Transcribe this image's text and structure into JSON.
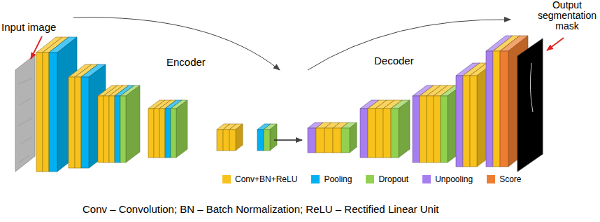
{
  "diagram": {
    "caption": "Conv – Convolution; BN – Batch Normalization; ReLU – Rectified Linear Unit",
    "labels": [
      "Input image",
      "Encoder",
      "Decoder",
      "Output segmentation mask"
    ],
    "legend": [
      {
        "text": "Conv+BN+ReLU",
        "color": "#f7c21c"
      },
      {
        "text": "Pooling",
        "color": "#00b0f0"
      },
      {
        "text": "Dropout",
        "color": "#92d050"
      },
      {
        "text": "Unpooling",
        "color": "#a77ef0"
      },
      {
        "text": "Score",
        "color": "#ed7d31"
      }
    ]
  }
}
